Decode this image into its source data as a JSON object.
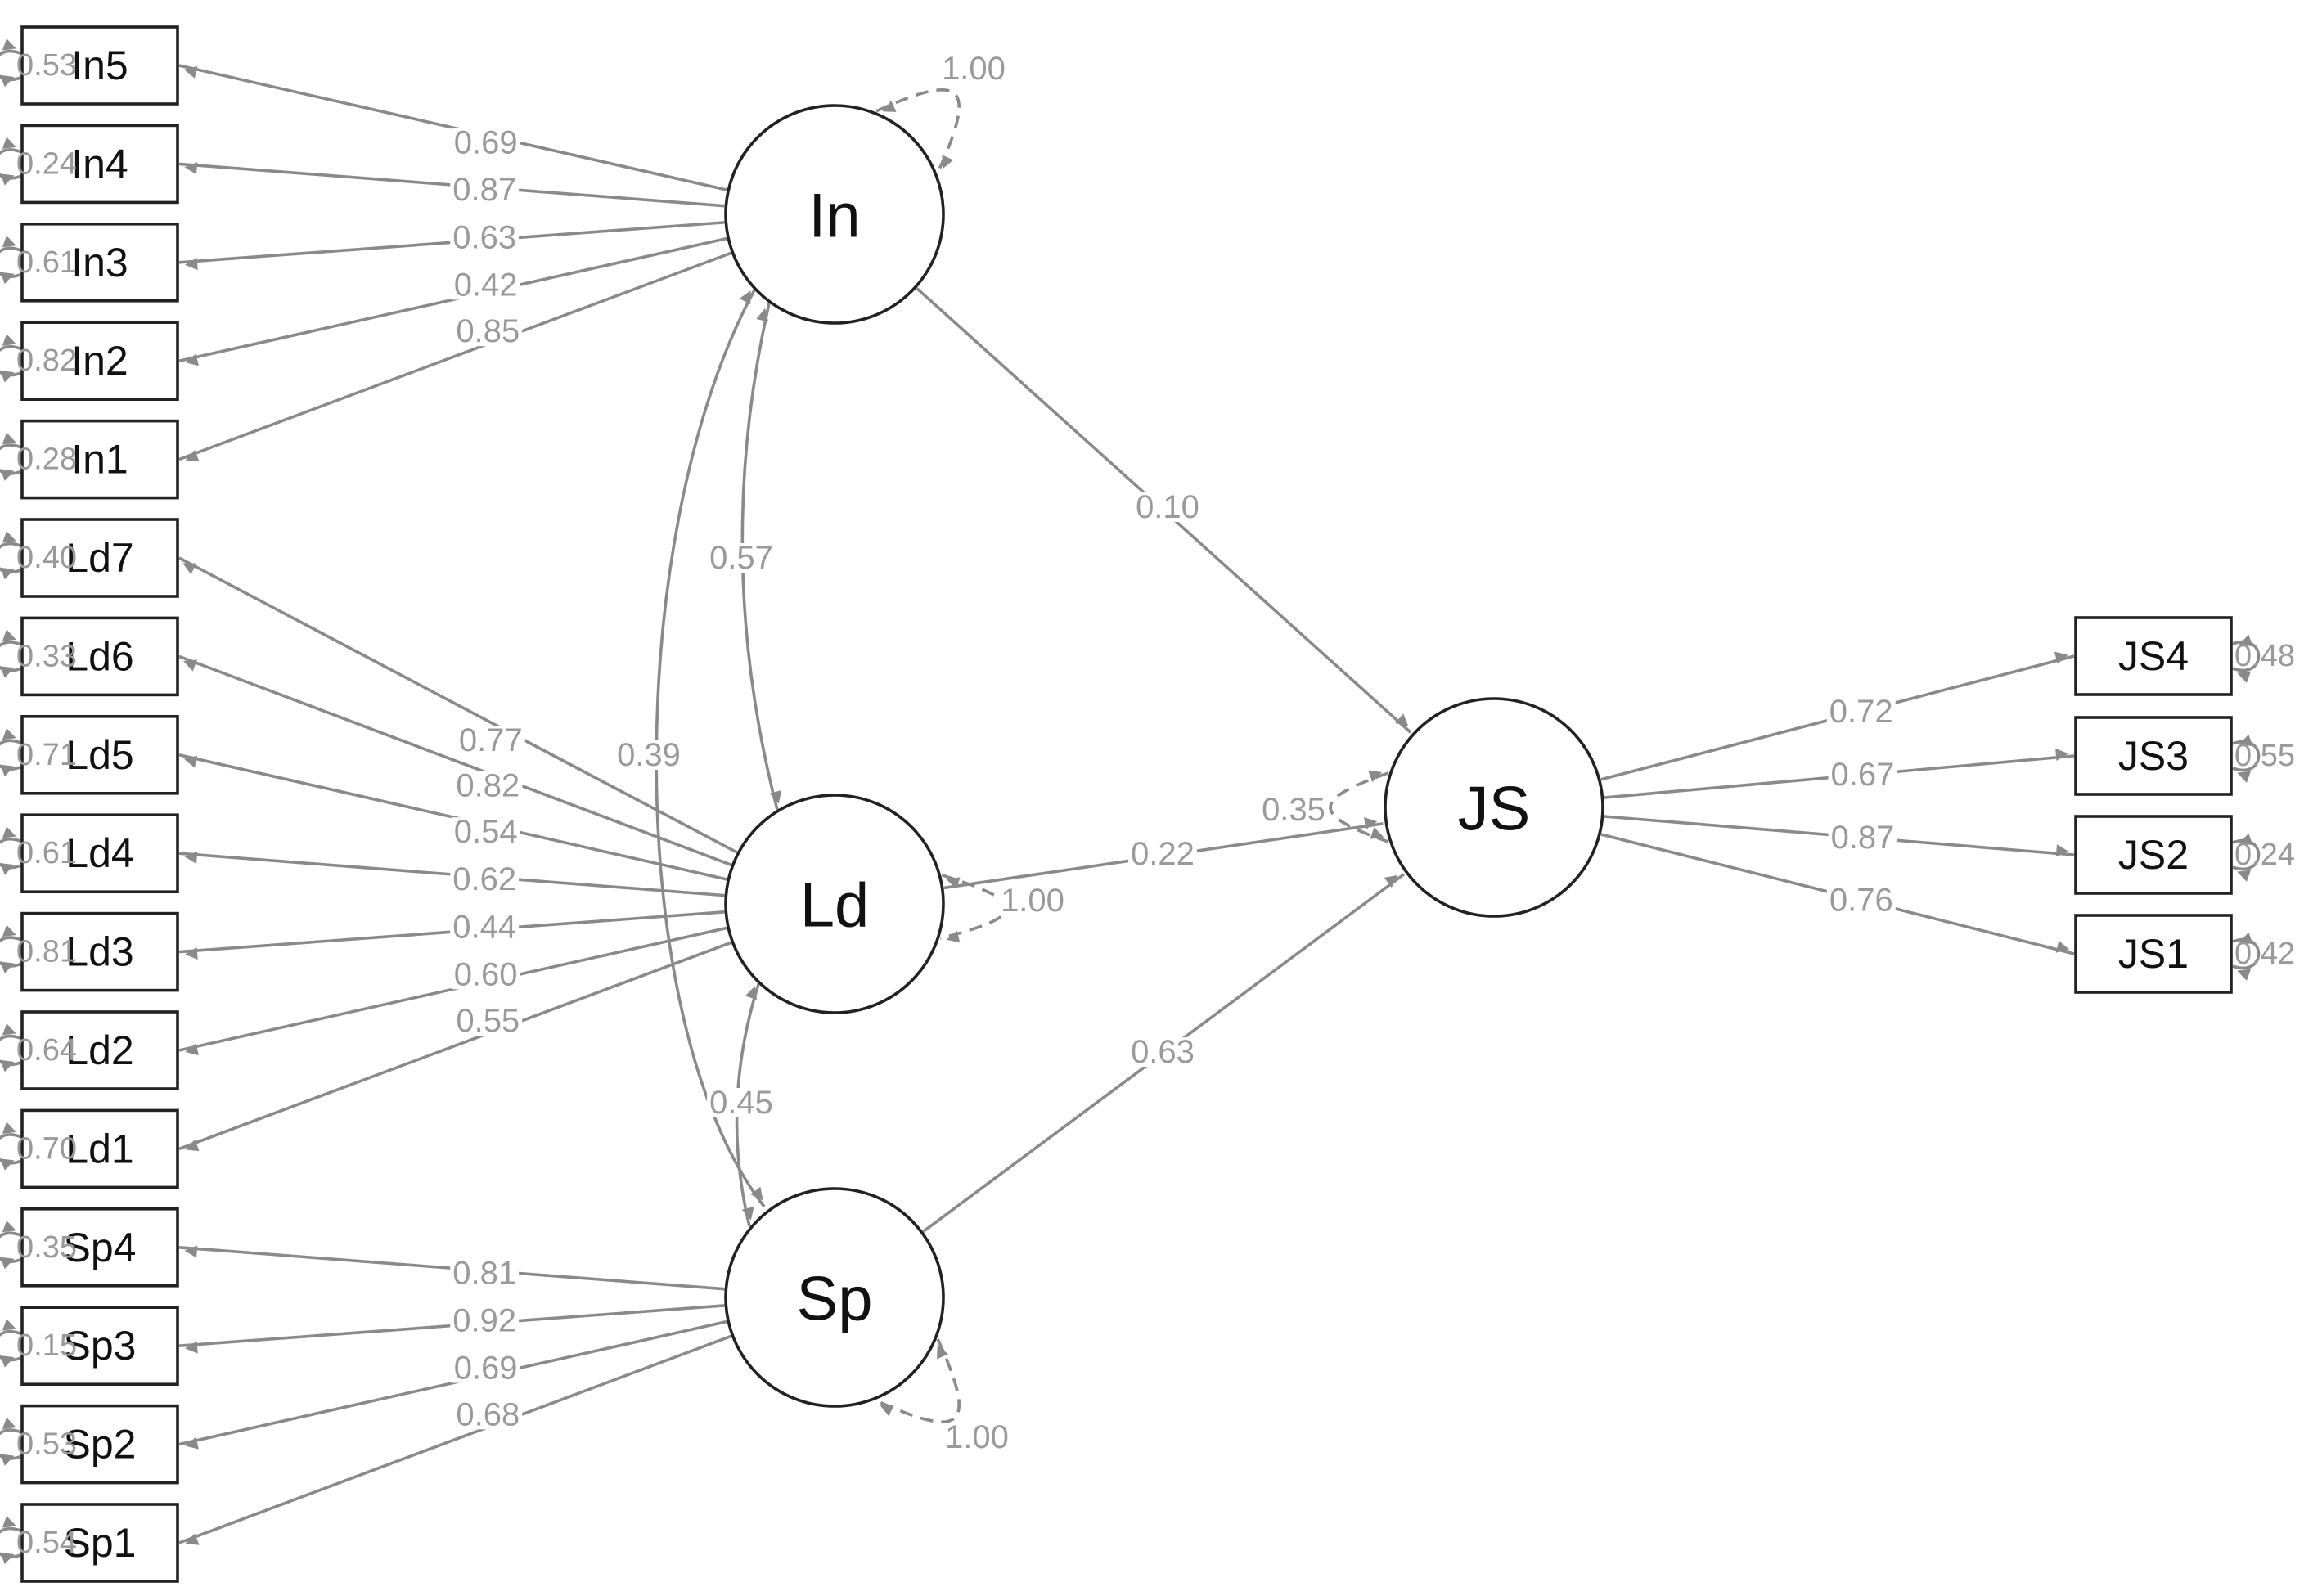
{
  "factors": {
    "In": "In",
    "Ld": "Ld",
    "Sp": "Sp",
    "JS": "JS"
  },
  "indicators": {
    "In": [
      {
        "label": "In5",
        "loading": "0.69",
        "residual": "0.53"
      },
      {
        "label": "In4",
        "loading": "0.87",
        "residual": "0.24"
      },
      {
        "label": "In3",
        "loading": "0.63",
        "residual": "0.61"
      },
      {
        "label": "In2",
        "loading": "0.42",
        "residual": "0.82"
      },
      {
        "label": "In1",
        "loading": "0.85",
        "residual": "0.28"
      }
    ],
    "Ld": [
      {
        "label": "Ld7",
        "loading": "0.77",
        "residual": "0.40"
      },
      {
        "label": "Ld6",
        "loading": "0.82",
        "residual": "0.33"
      },
      {
        "label": "Ld5",
        "loading": "0.54",
        "residual": "0.71"
      },
      {
        "label": "Ld4",
        "loading": "0.62",
        "residual": "0.61"
      },
      {
        "label": "Ld3",
        "loading": "0.44",
        "residual": "0.81"
      },
      {
        "label": "Ld2",
        "loading": "0.60",
        "residual": "0.64"
      },
      {
        "label": "Ld1",
        "loading": "0.55",
        "residual": "0.70"
      }
    ],
    "Sp": [
      {
        "label": "Sp4",
        "loading": "0.81",
        "residual": "0.35"
      },
      {
        "label": "Sp3",
        "loading": "0.92",
        "residual": "0.15"
      },
      {
        "label": "Sp2",
        "loading": "0.69",
        "residual": "0.53"
      },
      {
        "label": "Sp1",
        "loading": "0.68",
        "residual": "0.54"
      }
    ],
    "JS": [
      {
        "label": "JS4",
        "loading": "0.72",
        "residual": "0.48"
      },
      {
        "label": "JS3",
        "loading": "0.67",
        "residual": "0.55"
      },
      {
        "label": "JS2",
        "loading": "0.87",
        "residual": "0.24"
      },
      {
        "label": "JS1",
        "loading": "0.76",
        "residual": "0.42"
      }
    ]
  },
  "factor_variances": {
    "In": "1.00",
    "Ld": "1.00",
    "Sp": "1.00",
    "JS": "0.35"
  },
  "covariances": {
    "In_Ld": "0.57",
    "In_Sp": "0.39",
    "Ld_Sp": "0.45"
  },
  "regressions": {
    "In_JS": "0.10",
    "Ld_JS": "0.22",
    "Sp_JS": "0.63"
  }
}
